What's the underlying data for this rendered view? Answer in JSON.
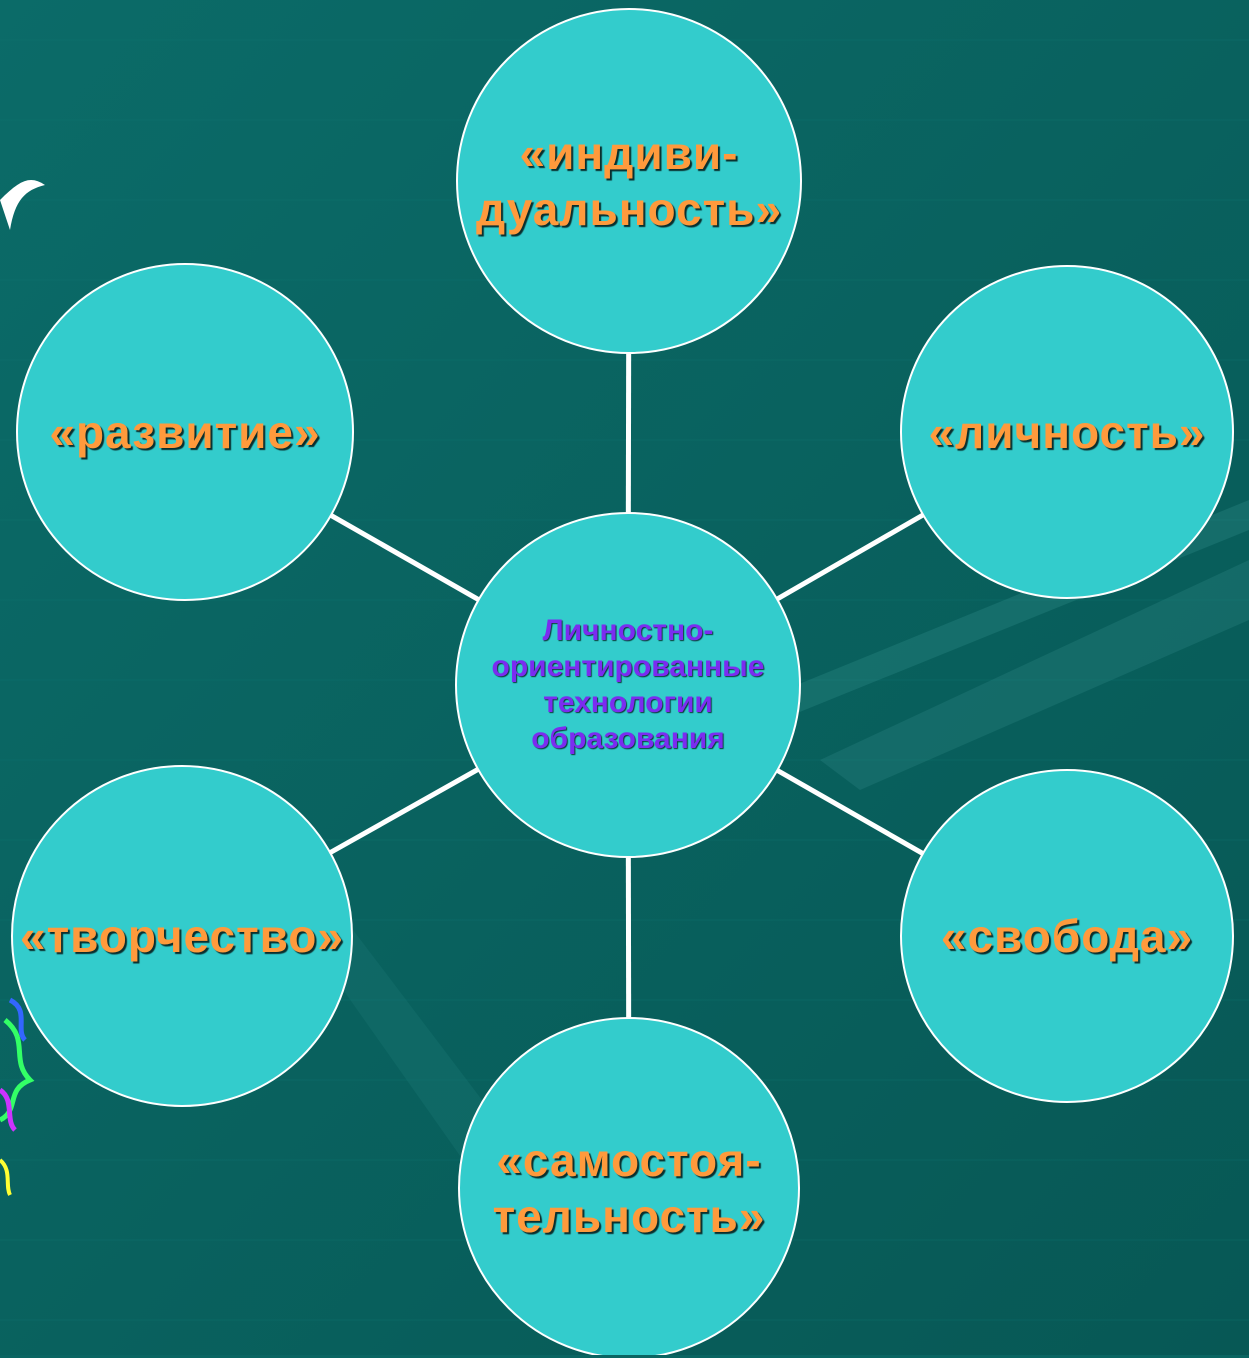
{
  "colors": {
    "background": "#0a6562",
    "circle_fill": "#33cccc",
    "circle_stroke": "#ffffff",
    "connector": "#ffffff",
    "outer_text": "#ff9a3c",
    "center_text": "#7b2cf0"
  },
  "center": {
    "label": "Личностно-\nориентированные\nтехнологии\nобразования"
  },
  "nodes": [
    {
      "id": "individuality",
      "label": "«индиви-\nдуальность»"
    },
    {
      "id": "personality",
      "label": "«личность»"
    },
    {
      "id": "freedom",
      "label": "«свобода»"
    },
    {
      "id": "independence",
      "label": "«самостоя-\nтельность»"
    },
    {
      "id": "creativity",
      "label": "«творчество»"
    },
    {
      "id": "development",
      "label": "«развитие»"
    }
  ]
}
